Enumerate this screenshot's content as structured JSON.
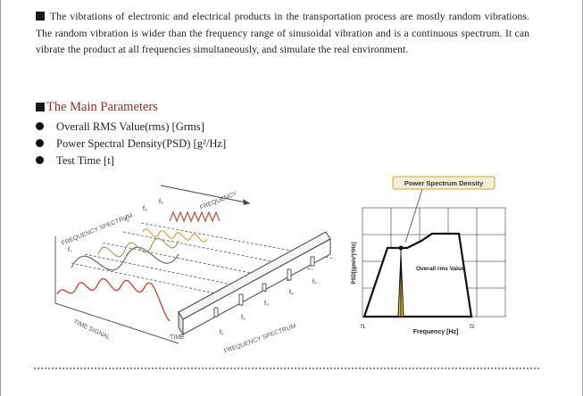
{
  "intro_text": "The vibrations of electronic and electrical products in the transportation process are mostly random vibrations. The random vibration is wider than the frequency range of sinusoidal vibration and is a continuous spectrum. It can vibrate the product at all frequencies simultaneously, and simulate the real environment.",
  "params_title": "The Main Parameters",
  "parameters": [
    "Overall RMS Value(rms) [Grms]",
    "Power Spectral Density(PSD) [g²/Hz]",
    "Test Time [t]"
  ],
  "left_figure": {
    "label_freq_spectrum_top": "FREQUENCY SPECTRUM",
    "label_frequency": "FREQUENCY",
    "label_time_signal": "TIME SIGNAL",
    "label_time": "TIME",
    "label_freq_spectrum_bottom": "FREQUENCY SPECTRUM",
    "f1": "f₁",
    "f2": "f₂",
    "f3": "f₃",
    "f4": "f₄",
    "f5": "f₅",
    "f6": "f₆"
  },
  "right_figure": {
    "callout": "Power Spectrum Density",
    "ylabel": "PSD[(gm/s²)²/Hz]",
    "xlabel": "Frequency [Hz]",
    "rms_label": "Overall rms Value",
    "f1": "f1",
    "f2": "f2"
  },
  "colors": {
    "title_red": "#9a2a2a",
    "callout_bg": "#f3eed5",
    "callout_border": "#c8a830",
    "psd_fill": "#e8c832",
    "wave_red": "#c44a3a",
    "wave_orange": "#e0a03a",
    "wave_green": "#8aa86a"
  }
}
